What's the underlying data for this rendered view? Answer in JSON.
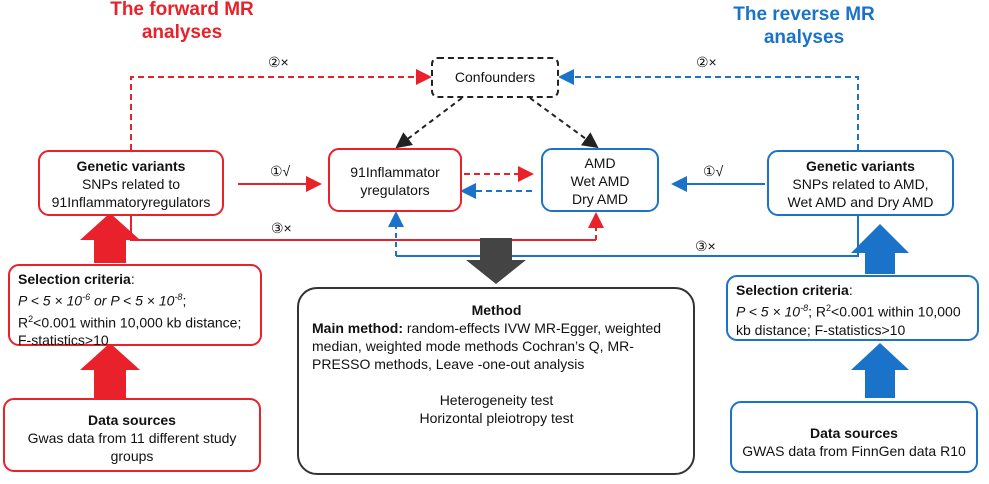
{
  "titles": {
    "forward_line1": "The forward MR",
    "forward_line2": "analyses",
    "reverse_line1": "The reverse MR",
    "reverse_line2": "analyses"
  },
  "confounders": "Confounders",
  "forward": {
    "genetic_title": "Genetic variants",
    "genetic_line1": "SNPs related to",
    "genetic_line2": "91Inflammatoryregulators",
    "selection_title": "Selection criteria",
    "selection_colon": ":",
    "p_prefix": "P < 5 × 10",
    "p_exp1": "-6",
    "p_mid": " or P < 5 × 10",
    "p_exp2": "-8",
    "p_end": ";",
    "r2_prefix": "R",
    "r2_sup": "2",
    "r2_rest": "<0.001 within 10,000 kb distance;",
    "fstat": "F-statistics>10",
    "data_title": "Data sources",
    "data_line1": "Gwas data from 11 different study",
    "data_line2": "groups"
  },
  "inflam_box": {
    "line1": "91Inflammator",
    "line2": "yregulators"
  },
  "amd_box": {
    "line1": "AMD",
    "line2": "Wet AMD",
    "line2b": "Dry AMD"
  },
  "reverse": {
    "genetic_title": "Genetic variants",
    "genetic_line1": "SNPs related to AMD,",
    "genetic_line2": "Wet AMD and Dry AMD",
    "selection_title": "Selection criteria",
    "selection_colon": ":",
    "p_prefix": "P < 5 × 10",
    "p_exp": "-8",
    "r2_prefix": "; R",
    "r2_sup": "2",
    "r2_rest": "<0.001 within 10,000",
    "line3": "kb distance; F-statistics>10",
    "data_title": "Data sources",
    "data_line1": "GWAS data from FinnGen data R10"
  },
  "method": {
    "title": "Method",
    "main_label": "Main method:",
    "main_text1": " random-effects IVW MR-Egger, weighted",
    "line2": "median, weighted mode methods Cochran’s Q, MR-",
    "line3": "PRESSO methods, Leave -one-out analysis",
    "line4": "Heterogeneity test",
    "line5": "Horizontal pleiotropy test"
  },
  "assumptions": {
    "a1": "①√",
    "a2": "②×",
    "a3": "③×"
  },
  "colors": {
    "red": "#e8212a",
    "blue": "#1a73c8",
    "dark": "#333333"
  }
}
